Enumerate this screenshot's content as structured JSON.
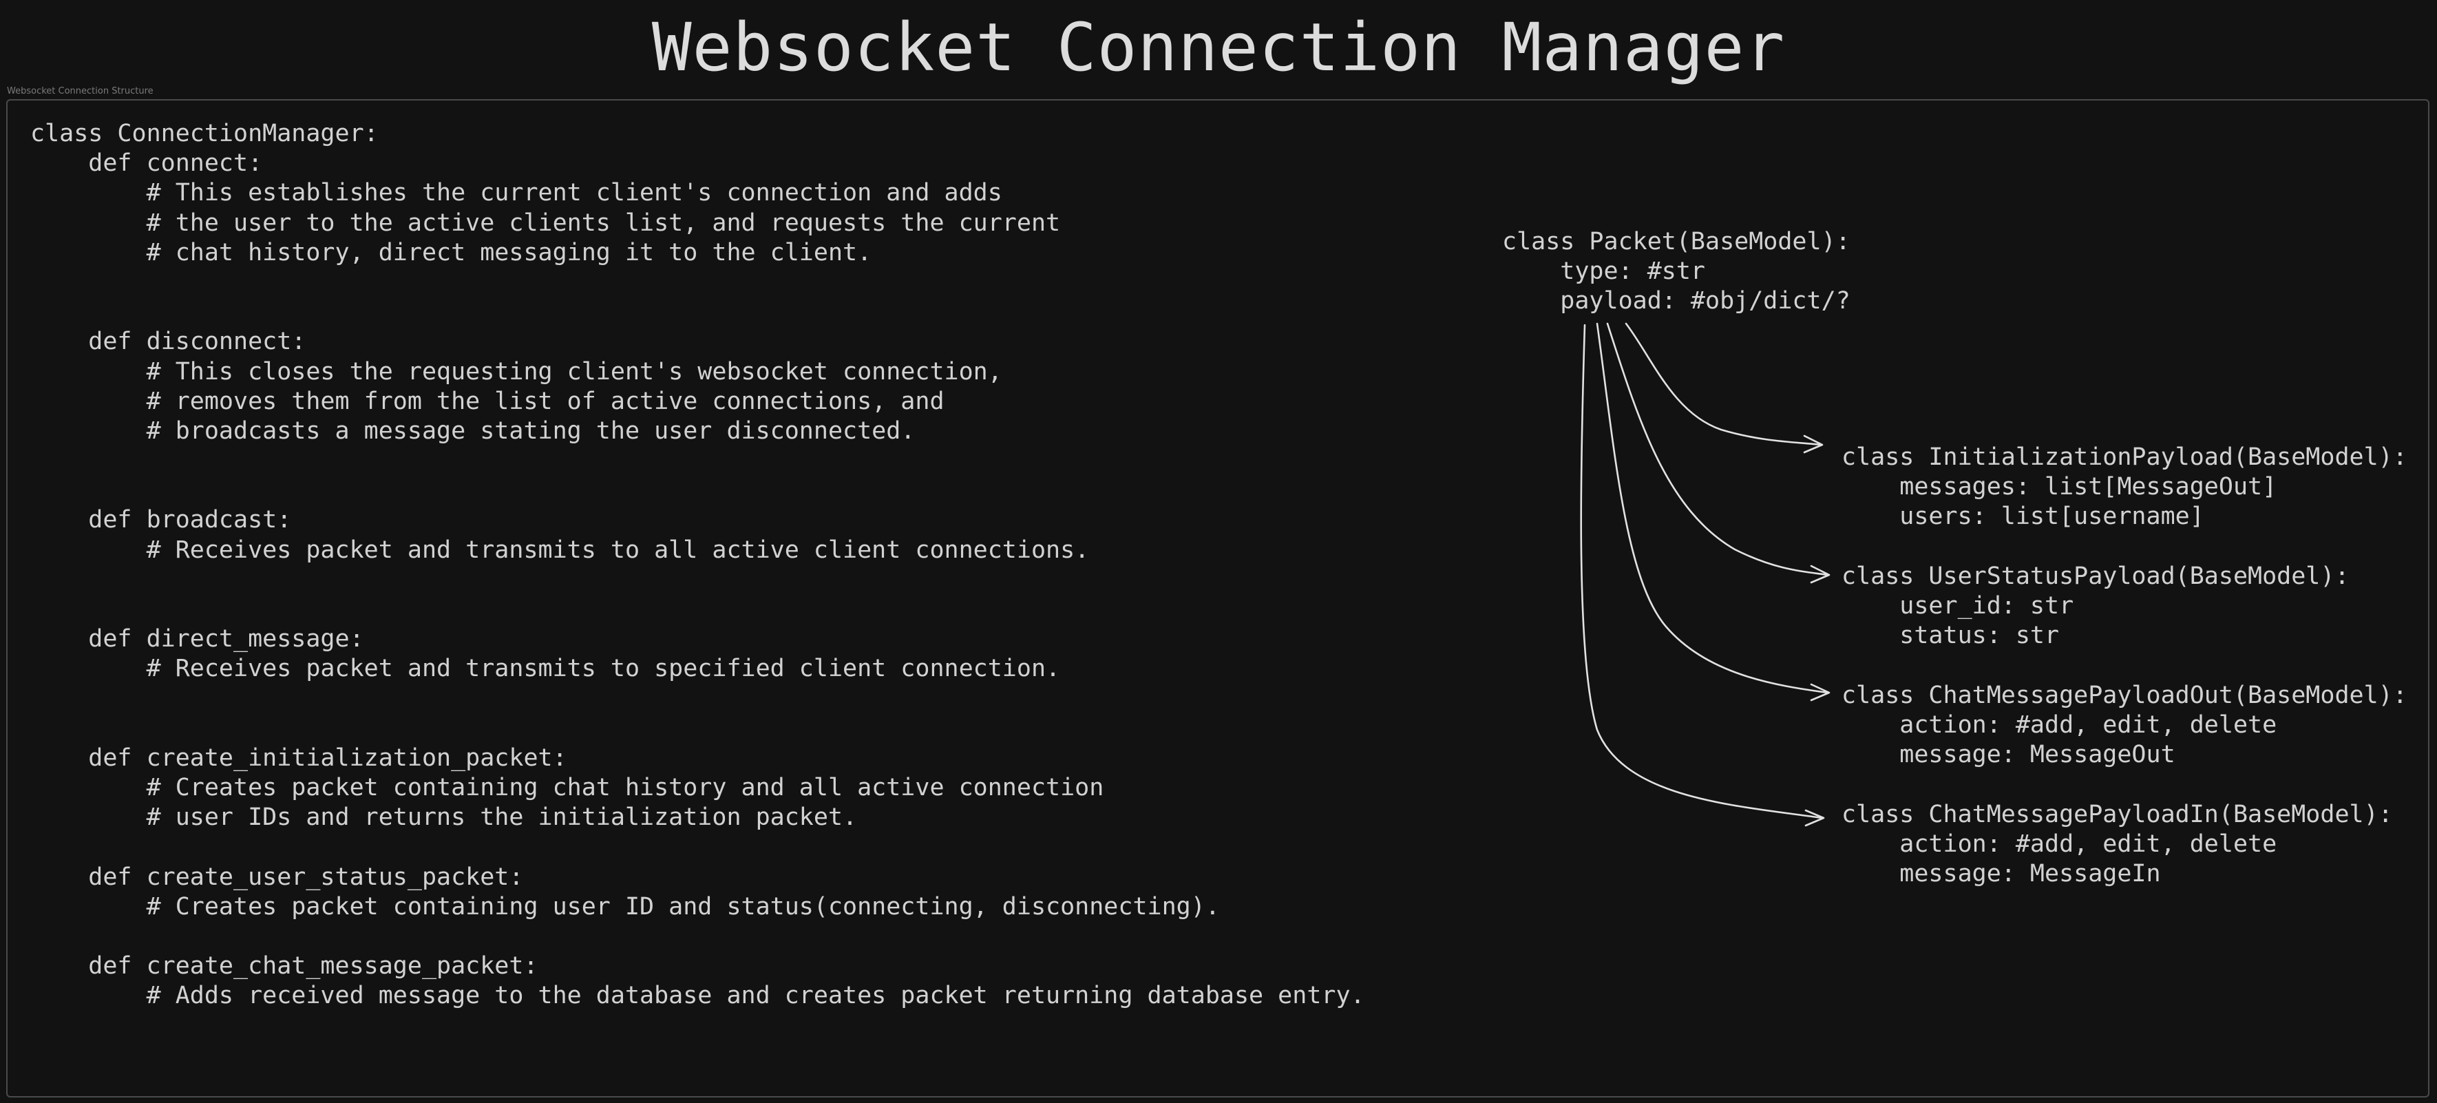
{
  "title": "Websocket Connection Manager",
  "frame_label": "Websocket Connection Structure",
  "manager_code": [
    "class ConnectionManager:",
    "    def connect:",
    "        # This establishes the current client's connection and adds",
    "        # the user to the active clients list, and requests the current",
    "        # chat history, direct messaging it to the client.",
    "",
    "",
    "    def disconnect:",
    "        # This closes the requesting client's websocket connection,",
    "        # removes them from the list of active connections, and",
    "        # broadcasts a message stating the user disconnected.",
    "",
    "",
    "    def broadcast:",
    "        # Receives packet and transmits to all active client connections.",
    "",
    "",
    "    def direct_message:",
    "        # Receives packet and transmits to specified client connection.",
    "",
    "",
    "    def create_initialization_packet:",
    "        # Creates packet containing chat history and all active connection",
    "        # user IDs and returns the initialization packet.",
    "",
    "    def create_user_status_packet:",
    "        # Creates packet containing user ID and status(connecting, disconnecting).",
    "",
    "    def create_chat_message_packet:",
    "        # Adds received message to the database and creates packet returning database entry."
  ],
  "packet_code": [
    "class Packet(BaseModel):",
    "    type: #str",
    "    payload: #obj/dict/?"
  ],
  "payload_classes": [
    {
      "name": "initialization-payload",
      "lines": [
        "class InitializationPayload(BaseModel):",
        "    messages: list[MessageOut]",
        "    users: list[username]"
      ]
    },
    {
      "name": "user-status-payload",
      "lines": [
        "class UserStatusPayload(BaseModel):",
        "    user_id: str",
        "    status: str"
      ]
    },
    {
      "name": "chat-message-payload-out",
      "lines": [
        "class ChatMessagePayloadOut(BaseModel):",
        "    action: #add, edit, delete",
        "    message: MessageOut"
      ]
    },
    {
      "name": "chat-message-payload-in",
      "lines": [
        "class ChatMessagePayloadIn(BaseModel):",
        "    action: #add, edit, delete",
        "    message: MessageIn"
      ]
    }
  ]
}
